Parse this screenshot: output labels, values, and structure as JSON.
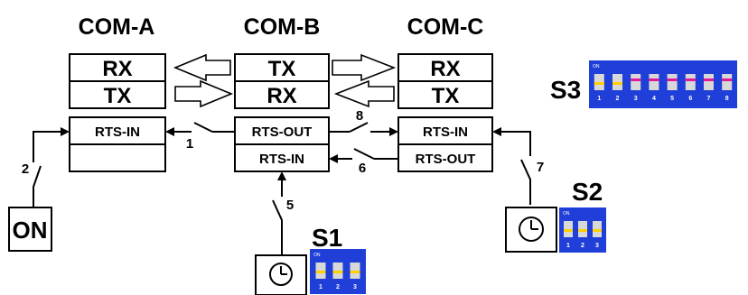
{
  "colors": {
    "dip_body": "#1f3fd8",
    "dip_switch": "#d8d8d8",
    "dip_on_mark": "#ffd000",
    "dip_off_mark": "#e0189a"
  },
  "ports": {
    "a": {
      "title": "COM-A",
      "rows": [
        "RX",
        "TX",
        "RTS-IN",
        ""
      ]
    },
    "b": {
      "title": "COM-B",
      "rows": [
        "TX",
        "RX",
        "RTS-OUT",
        "RTS-IN"
      ]
    },
    "c": {
      "title": "COM-C",
      "rows": [
        "RX",
        "TX",
        "RTS-IN",
        "RTS-OUT"
      ]
    }
  },
  "switches": {
    "s1": "1",
    "s2": "2",
    "s5": "5",
    "s6": "6",
    "s7": "7",
    "s8": "8"
  },
  "on_label": "ON",
  "dip": {
    "s1": {
      "label": "S1",
      "on_text": "ON",
      "numbers": [
        "1",
        "2",
        "3"
      ],
      "states": [
        "on",
        "on",
        "on"
      ],
      "icon": "clock-icon"
    },
    "s2": {
      "label": "S2",
      "on_text": "ON",
      "numbers": [
        "1",
        "2",
        "3"
      ],
      "states": [
        "on",
        "on",
        "on"
      ],
      "icon": "clock-icon"
    },
    "s3": {
      "label": "S3",
      "on_text": "ON",
      "numbers": [
        "1",
        "2",
        "3",
        "4",
        "5",
        "6",
        "7",
        "8"
      ],
      "states": [
        "on",
        "on",
        "off",
        "off",
        "off",
        "off",
        "off",
        "off"
      ]
    }
  }
}
